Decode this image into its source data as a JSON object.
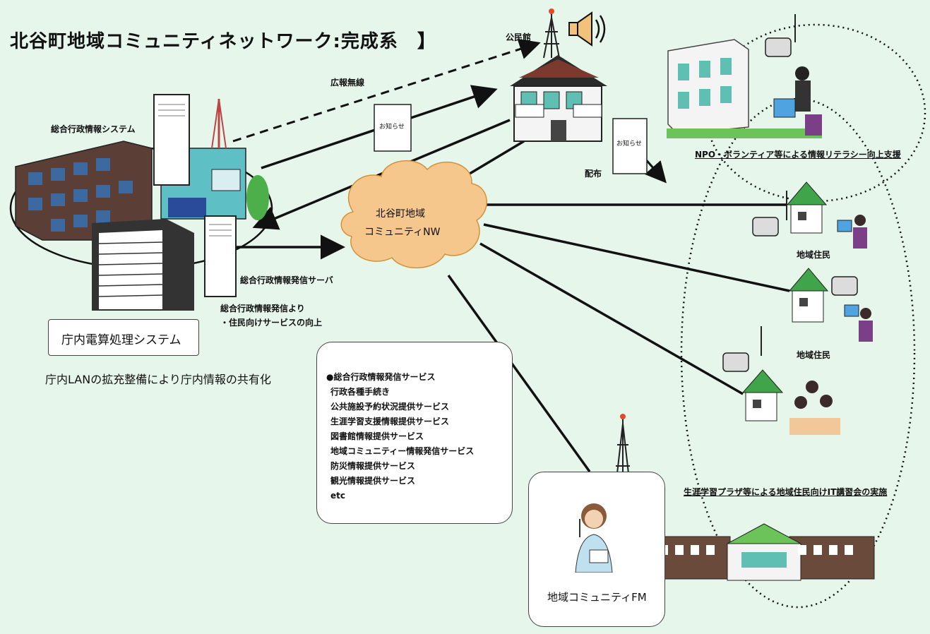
{
  "title": "北谷町地域コミュニティネットワーク:完成系　】",
  "labels": {
    "koho_musen": "広報無線",
    "kominkan": "公民館",
    "sogo_system": "総合行政情報システム",
    "oshirase_1": "お知らせ",
    "oshirase_2": "お知らせ",
    "haifu": "配布",
    "cloud_line1": "北谷町地域",
    "cloud_line2": "コミュニティNW",
    "server": "総合行政情報発信サーバ",
    "server_note1": "総合行政情報発信より",
    "server_note2": "・住民向けサービスの向上",
    "chonai_system": "庁内電算処理システム",
    "lan_note": "庁内LANの拡充整備により庁内情報の共有化",
    "npo": "NPO・ボランティア等による情報リテラシー向上支援",
    "resident_1": "地域住民",
    "resident_2": "地域住民",
    "plaza": "生涯学習プラザ等による地域住民向けIT講習会の実施",
    "fm": "地域コミュニティFM"
  },
  "services": {
    "heading": "●総合行政情報発信サービス",
    "items": [
      "行政各種手続き",
      "公共施設予約状況提供サービス",
      "生涯学習支援情報提供サービス",
      "図書館情報提供サービス",
      "地域コミュニティー情報発信サービス",
      "防災情報提供サービス",
      "観光情報提供サービス",
      "etc"
    ]
  },
  "colors": {
    "background": "#e6f6ea",
    "cloud": "#f6c78c",
    "roof_green": "#3fa44a",
    "building_brown": "#6a4a3a",
    "tower": "#333333"
  }
}
